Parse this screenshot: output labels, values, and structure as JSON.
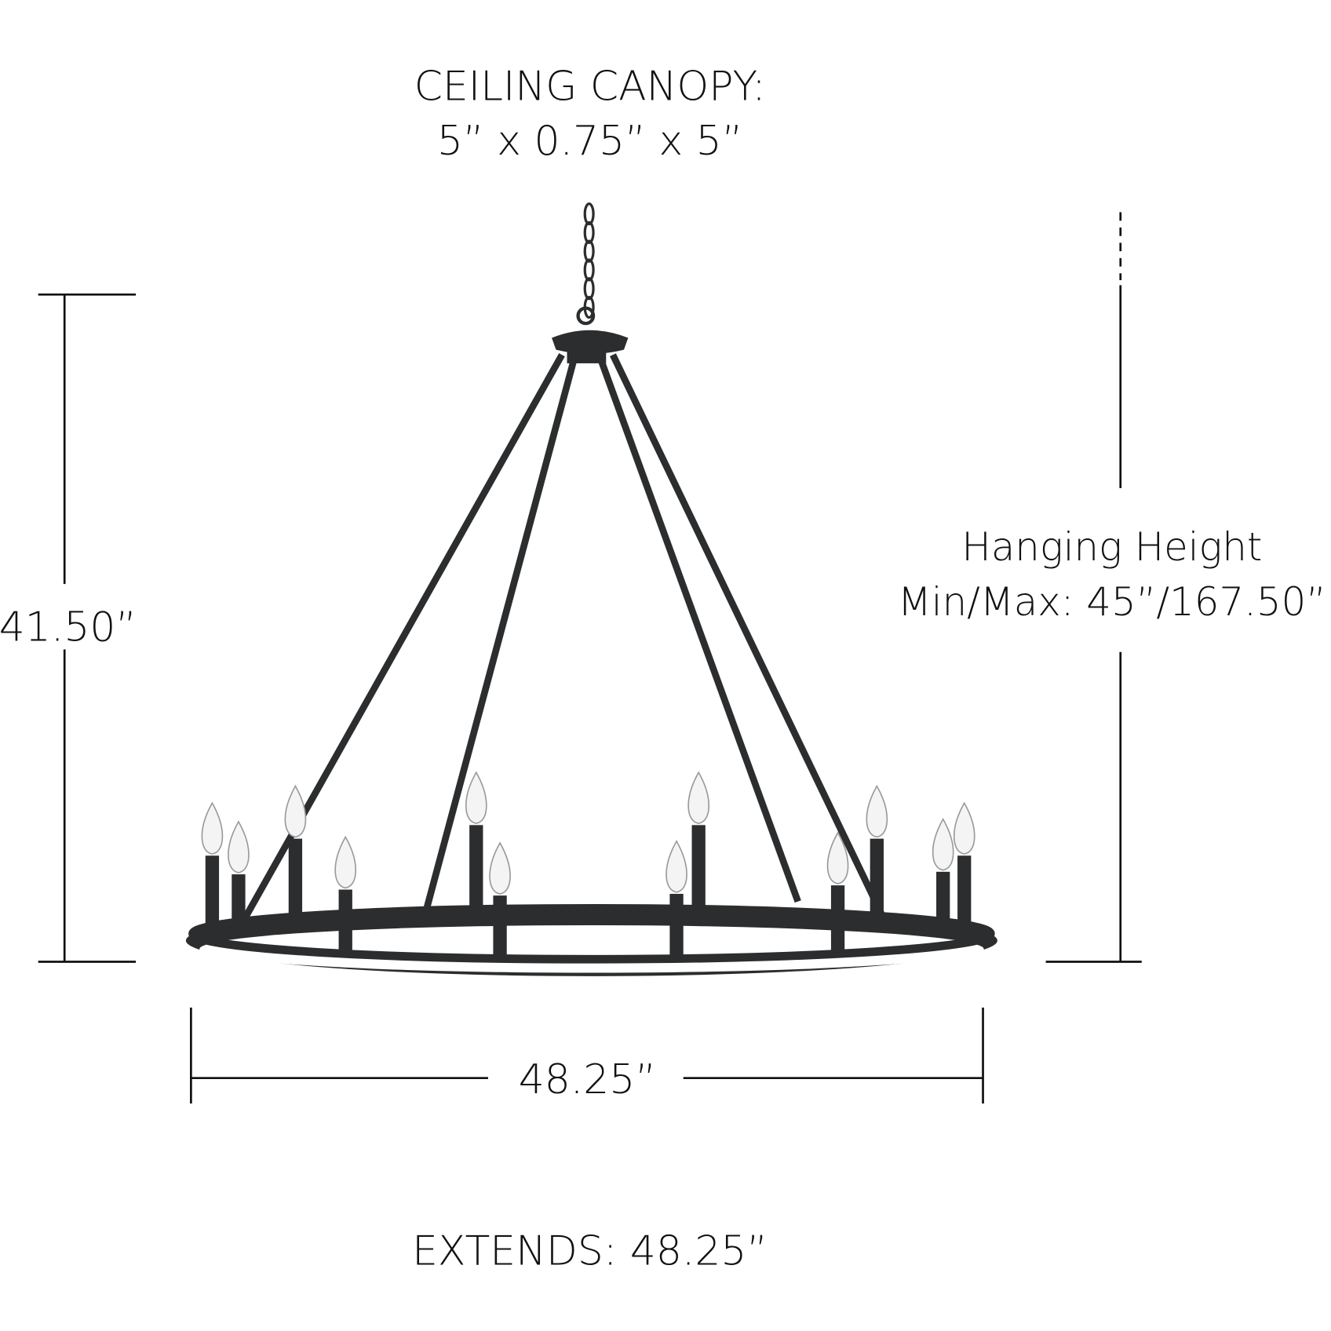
{
  "canopy": {
    "title": "CEILING CANOPY:",
    "size": "5” x 0.75” x 5”"
  },
  "height_label": "41.50”",
  "hanging": {
    "line1": "Hanging Height",
    "line2": "Min/Max: 45”/167.50”"
  },
  "width_label": "48.25”",
  "extends_label": "EXTENDS: 48.25”",
  "colors": {
    "fixture": "#2b2d2e",
    "text": "#111111",
    "background": "#ffffff"
  }
}
